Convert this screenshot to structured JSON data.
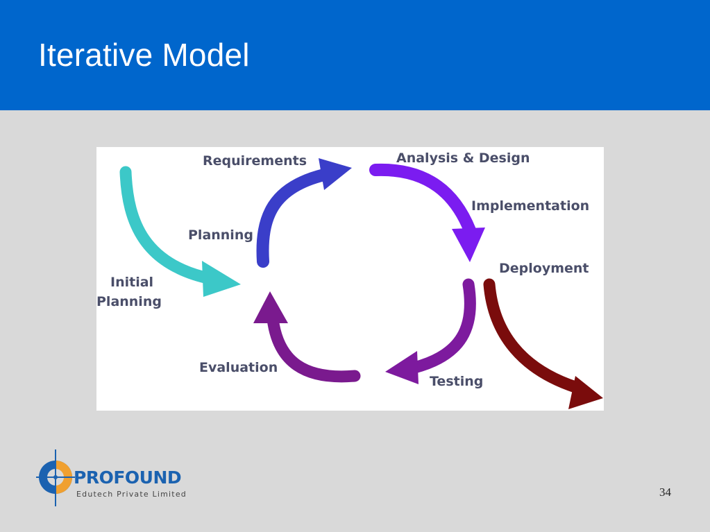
{
  "slide": {
    "title": "Iterative Model",
    "page_number": "34"
  },
  "diagram": {
    "labels": {
      "requirements": "Requirements",
      "analysis_design": "Analysis & Design",
      "implementation": "Implementation",
      "planning": "Planning",
      "deployment": "Deployment",
      "initial_planning_line1": "Initial",
      "initial_planning_line2": "Planning",
      "evaluation": "Evaluation",
      "testing": "Testing"
    },
    "colors": {
      "initial_arrow": "#3cc8c8",
      "planning_arrow": "#3a3ec9",
      "analysis_arrow": "#7b1cf0",
      "testing_arrow": "#7d1a9e",
      "evaluation_arrow": "#7a1a8e",
      "deployment_arrow": "#7a0c0c",
      "label_text": "#4a4e69"
    }
  },
  "logo": {
    "name": "PROFOUND",
    "tagline": "Edutech Private Limited",
    "colors": {
      "blue": "#1b62b0",
      "orange": "#f0a030"
    }
  }
}
